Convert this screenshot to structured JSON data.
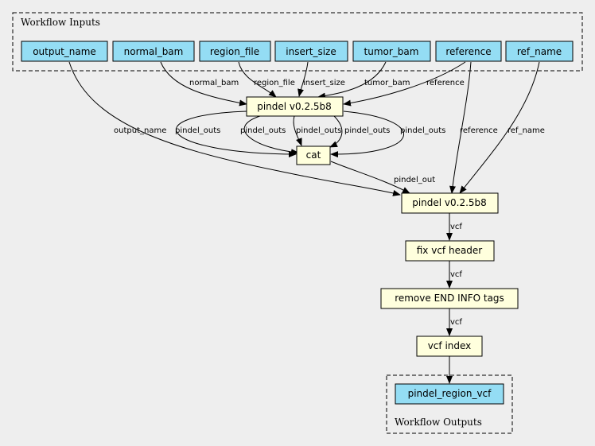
{
  "clusters": {
    "inputs_label": "Workflow Inputs",
    "outputs_label": "Workflow Outputs"
  },
  "inputs": [
    "output_name",
    "normal_bam",
    "region_file",
    "insert_size",
    "tumor_bam",
    "reference",
    "ref_name"
  ],
  "steps": {
    "pindel1": "pindel v0.2.5b8",
    "cat": "cat",
    "pindel2": "pindel v0.2.5b8",
    "fix_vcf": "fix vcf header",
    "remove_end": "remove END INFO tags",
    "vcf_index": "vcf index"
  },
  "outputs": [
    "pindel_region_vcf"
  ],
  "edge_labels": {
    "normal_bam": "normal_bam",
    "region_file": "region_file",
    "insert_size": "insert_size",
    "tumor_bam": "tumor_bam",
    "reference": "reference",
    "output_name": "output_name",
    "pindel_outs": "pindel_outs",
    "reference2": "reference",
    "ref_name": "ref_name",
    "pindel_out": "pindel_out",
    "vcf": "vcf"
  }
}
